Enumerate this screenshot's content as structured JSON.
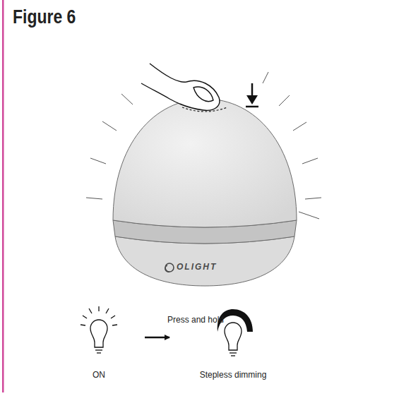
{
  "diagram": {
    "title": "Figure 6",
    "nodes": [
      {
        "text": [
          "ON"
        ]
      },
      {
        "text": [
          "Stepless dimming"
        ]
      }
    ],
    "edges": [
      {
        "from": 0,
        "to": 1,
        "arrow": "to",
        "label": "Press and hold"
      }
    ],
    "labels": [
      "OLIGHT"
    ]
  }
}
